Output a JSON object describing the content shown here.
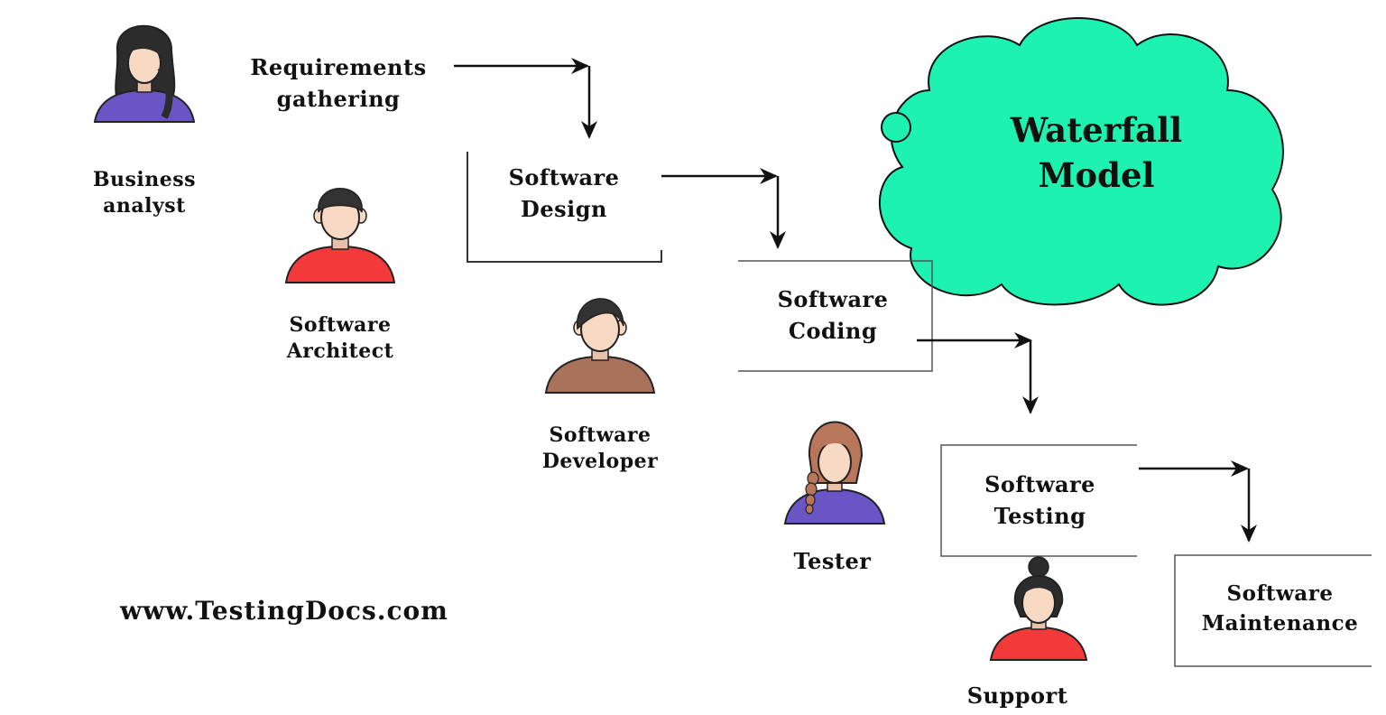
{
  "title": {
    "line1": "Waterfall",
    "line2": "Model"
  },
  "website": "www.TestingDocs.com",
  "stages": {
    "requirements": {
      "line1": "Requirements",
      "line2": "gathering"
    },
    "design": {
      "line1": "Software",
      "line2": "Design"
    },
    "coding": {
      "line1": "Software",
      "line2": "Coding"
    },
    "testing": {
      "line1": "Software",
      "line2": "Testing"
    },
    "maintenance": {
      "line1": "Software",
      "line2": "Maintenance"
    }
  },
  "roles": {
    "business_analyst": {
      "line1": "Business",
      "line2": "analyst"
    },
    "architect": {
      "line1": "Software",
      "line2": "Architect"
    },
    "developer": {
      "line1": "Software",
      "line2": "Developer"
    },
    "tester": {
      "line1": "Tester"
    },
    "support": {
      "line1": "Support"
    }
  },
  "colors": {
    "cloud_fill": "#1ef2b0",
    "purple_shirt": "#6a55c4",
    "red_shirt": "#f23a3a",
    "brown_shirt": "#a8735a",
    "skin": "#f8d9c4",
    "dark_hair": "#2c2c2c",
    "auburn_hair": "#b8765a"
  },
  "icons": {
    "business_analyst": "female-user-icon",
    "architect": "male-user-icon",
    "developer": "male-user-icon",
    "tester": "female-braid-user-icon",
    "support": "female-bun-user-icon"
  }
}
